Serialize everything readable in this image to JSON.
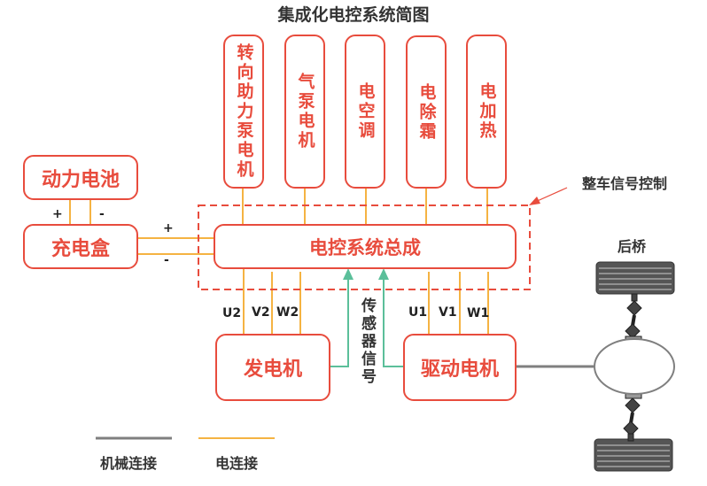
{
  "title": "集成化电控系统简图",
  "top_loads": [
    {
      "label": "转向助力泵电机"
    },
    {
      "label": "气泵电机"
    },
    {
      "label": "电空调"
    },
    {
      "label": "电除霜"
    },
    {
      "label": "电加热"
    }
  ],
  "battery": {
    "label": "动力电池"
  },
  "charge_box": {
    "label": "充电盒"
  },
  "battery_poles": {
    "plus": "+",
    "minus": "-"
  },
  "bus_poles": {
    "plus": "+",
    "minus": "-"
  },
  "controller": {
    "label": "电控系统总成"
  },
  "vehicle_signal": {
    "label": "整车信号控制"
  },
  "generator": {
    "label": "发电机",
    "phases": [
      "U2",
      "V2",
      "W2"
    ]
  },
  "drive_motor": {
    "label": "驱动电机",
    "phases": [
      "U1",
      "V1",
      "W1"
    ]
  },
  "sensor_signal": {
    "label": "传感器信号"
  },
  "rear_axle": {
    "label": "后桥"
  },
  "legend": {
    "mechanical": {
      "label": "机械连接",
      "color": "#7f7f7f"
    },
    "electrical": {
      "label": "电连接",
      "color": "#f5b342"
    }
  },
  "colors": {
    "box_border": "#e84c3d",
    "sensor_line": "#5bbf9a"
  }
}
